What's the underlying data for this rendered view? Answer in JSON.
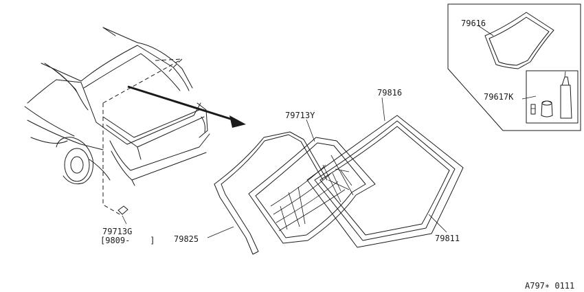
{
  "parts": {
    "p79616": "79616",
    "p79617k": "79617K",
    "p79816": "79816",
    "p79713y": "79713Y",
    "p79713g": "79713G",
    "p79713g_date": "[9809-    ]",
    "p79825": "79825",
    "p79811": "79811"
  },
  "diagram_code": "A797∗ 0111"
}
